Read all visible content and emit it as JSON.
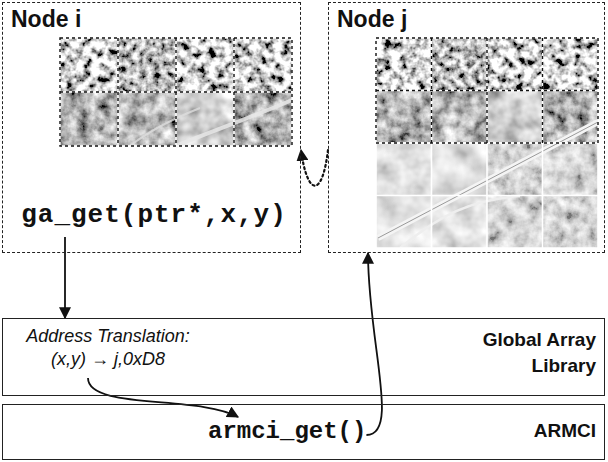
{
  "diagram": {
    "nodes": [
      {
        "text": [
          "Node i"
        ]
      },
      {
        "text": [
          "ga_get(ptr*,x,y)"
        ],
        "in": 0
      },
      {
        "text": [
          "Node j"
        ]
      },
      {
        "text": [
          "Global Array Library"
        ]
      },
      {
        "text": [
          "Address Translation: (x,y) → j,0xD8"
        ],
        "in": 3
      },
      {
        "text": [
          "ARMCI"
        ]
      },
      {
        "text": [
          "armci_get()"
        ],
        "in": 5
      }
    ],
    "edges": [
      {
        "from": 1,
        "to": 3,
        "arrow": "to"
      },
      {
        "from": 4,
        "to": 6,
        "arrow": "to"
      },
      {
        "from": 6,
        "to": 2,
        "arrow": "to"
      },
      {
        "from": 2,
        "to": 0,
        "arrow": "to"
      }
    ]
  }
}
